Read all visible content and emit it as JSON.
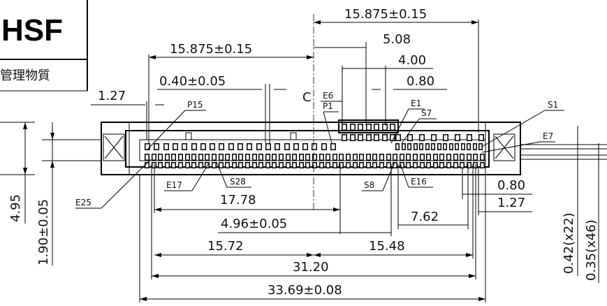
{
  "title_block": {
    "code": "HSF",
    "note_fragment": "管理物質"
  },
  "dimensions": {
    "top_right_width": "15.875±0.15",
    "top_left_width": "15.875±0.15",
    "pitch_5_08": "5.08",
    "pitch_4_00": "4.00",
    "pitch_0_80_top": "0.80",
    "pin_width": "0.40±0.05",
    "offset_1_27_top": "1.27",
    "span_17_78": "17.78",
    "span_4_96": "4.96±0.05",
    "span_7_62": "7.62",
    "span_15_72": "15.72",
    "span_15_48": "15.48",
    "span_31_20": "31.20",
    "overall_33_69": "33.69±0.08",
    "pitch_0_80_right": "0.80",
    "pitch_1_27_right": "1.27",
    "height_4_95": "4.95",
    "height_1_90": "1.90±0.05",
    "pad_0_42": "0.42(x22)",
    "pad_0_35": "0.35(x46)"
  },
  "labels": {
    "centerline": "C",
    "E6": "E6",
    "P1": "P1",
    "E1": "E1",
    "S7": "S7",
    "S1": "S1",
    "E7": "E7",
    "P15": "P15",
    "E25": "E25",
    "E17": "E17",
    "S28": "S28",
    "S8": "S8",
    "E16": "E16"
  }
}
